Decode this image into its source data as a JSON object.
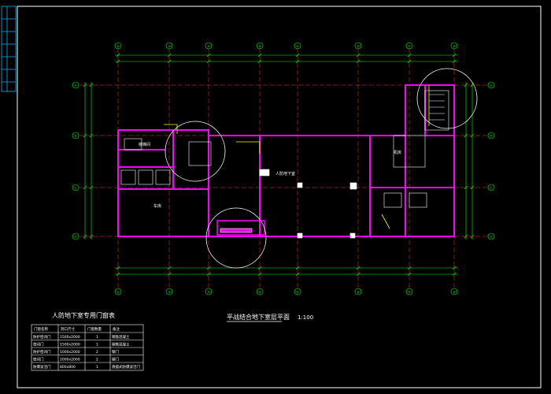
{
  "title_block": {
    "title_cells": [
      "",
      "",
      "",
      "",
      "",
      "",
      ""
    ]
  },
  "plan": {
    "title": "平战结合地下室层平面",
    "scale": "1:100",
    "axis_labels_top": [
      "①",
      "②",
      "③",
      "④",
      "⑤",
      "⑥",
      "⑦",
      "⑧"
    ],
    "axis_labels_side": [
      "Ⓐ",
      "Ⓑ",
      "Ⓒ",
      "Ⓓ",
      "Ⓔ"
    ],
    "room_labels": [
      "楼梯间",
      "人防地下室",
      "车库",
      "机房"
    ]
  },
  "door_table": {
    "title": "人防地下室专用门窗表",
    "headers": [
      "门窗名称",
      "洞口尺寸",
      "门窗数量",
      "备注"
    ],
    "rows": [
      [
        "防护密闭门",
        "1500x2000",
        "1",
        "钢筋混凝土"
      ],
      [
        "密闭门",
        "1500x2000",
        "1",
        "钢筋混凝土"
      ],
      [
        "防护密闭门",
        "1000x2000",
        "2",
        "钢门"
      ],
      [
        "密闭门",
        "1000x2000",
        "2",
        "钢门"
      ],
      [
        "防爆波活门",
        "800x800",
        "1",
        "悬摆式防爆波活门"
      ]
    ]
  },
  "colors": {
    "background": "#000000",
    "frame": "#ffffff",
    "title_block": "#00b4ff",
    "wall": "#ff00ff",
    "axis": "#ff3030",
    "dimension": "#00ff00",
    "detail": "#ffffff",
    "annotation": "#ffff00"
  }
}
